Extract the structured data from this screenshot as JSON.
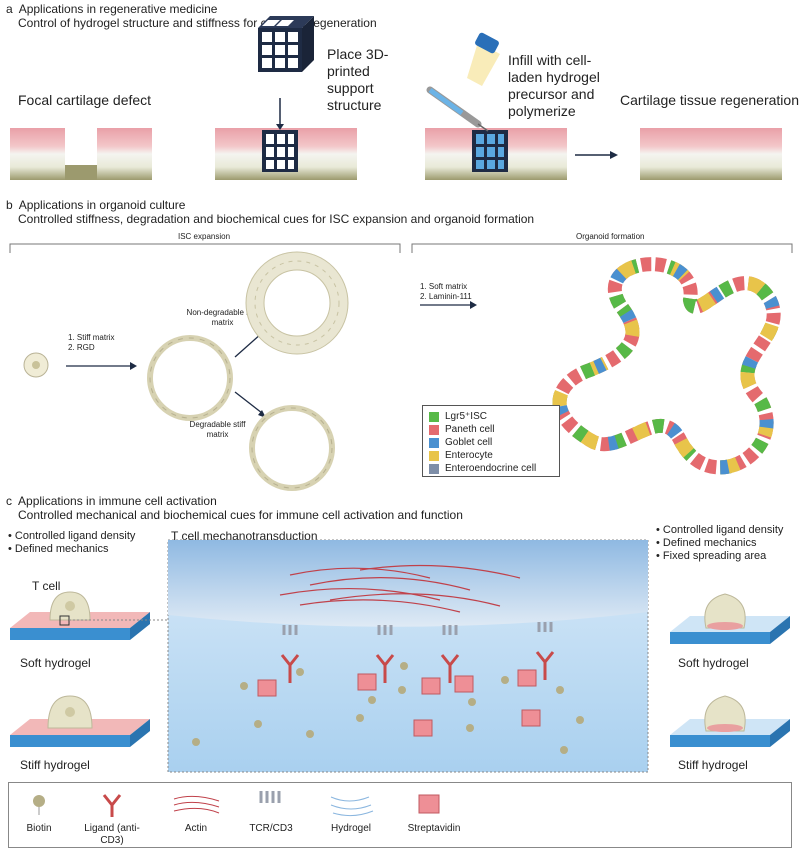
{
  "panel_a": {
    "letter": "a",
    "title": "Applications in regenerative medicine",
    "subtitle": "Control of hydrogel structure and stiffness for cartilage regeneration",
    "step1": "Focal cartilage defect",
    "step2": "Place 3D-printed support structure",
    "step3": "Infill with cell-laden hydrogel precursor and polymerize",
    "step4": "Cartilage tissue regeneration"
  },
  "panel_b": {
    "letter": "b",
    "title": "Applications in organoid culture",
    "subtitle": "Controlled stiffness, degradation and biochemical cues for ISC expansion and organoid formation",
    "section1": "ISC expansion",
    "section2": "Organoid formation",
    "cue1a": "1. Stiff matrix",
    "cue1b": "2. RGD",
    "nondeg": "Non-degradable stiff matrix",
    "deg": "Degradable stiff matrix",
    "cue2a": "1. Soft matrix",
    "cue2b": "2. Laminin-111",
    "legend": [
      {
        "label": "Lgr5⁺ISC",
        "color": "#57b947"
      },
      {
        "label": "Paneth cell",
        "color": "#e46a6e"
      },
      {
        "label": "Goblet cell",
        "color": "#4a90d0"
      },
      {
        "label": "Enterocyte",
        "color": "#e8c44a"
      },
      {
        "label": "Enteroendocrine cell",
        "color": "#7e8ea8"
      }
    ]
  },
  "panel_c": {
    "letter": "c",
    "title": "Applications in immune cell activation",
    "subtitle": "Controlled mechanical and biochemical cues for immune cell activation and function",
    "left_bullets": [
      "Controlled ligand density",
      "Defined mechanics"
    ],
    "right_bullets": [
      "Controlled ligand density",
      "Defined mechanics",
      "Fixed spreading area"
    ],
    "tcell": "T cell",
    "center_title": "T cell mechanotransduction",
    "soft_left": "Soft hydrogel",
    "stiff_left": "Stiff hydrogel",
    "soft_right": "Soft hydrogel",
    "stiff_right": "Stiff hydrogel",
    "legend": [
      "Biotin",
      "Ligand (anti-CD3)",
      "Actin",
      "TCR/CD3",
      "Hydrogel",
      "Streptavidin"
    ]
  }
}
